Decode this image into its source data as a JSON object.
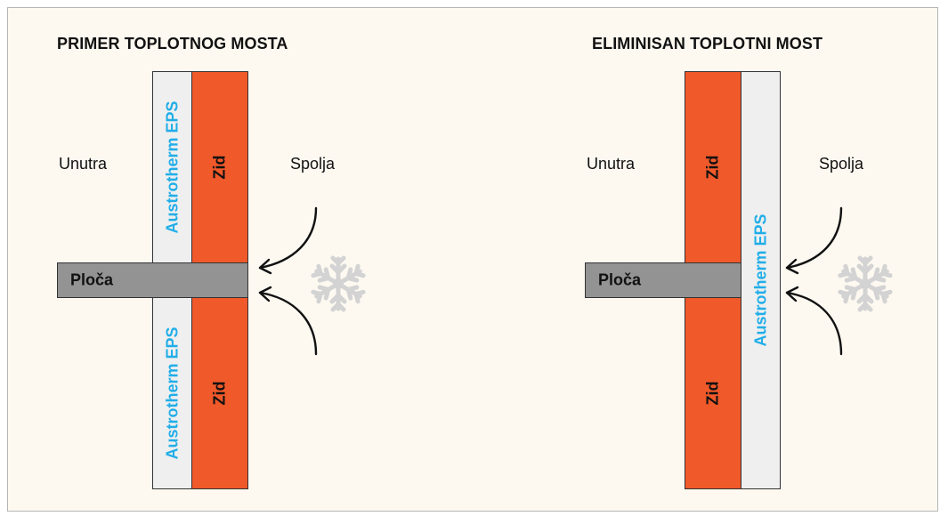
{
  "left_panel": {
    "title": "PRIMER TOPLOTNOG MOSTA",
    "inside_label": "Unutra",
    "outside_label": "Spolja",
    "insulation_top_label": "Austrotherm EPS",
    "insulation_bottom_label": "Austrotherm EPS",
    "wall_top_label": "Zid",
    "wall_bottom_label": "Zid",
    "slab_label": "Ploča",
    "snowflake_icon": "snowflake-icon",
    "arrow_icon": "curved-arrow-icon"
  },
  "right_panel": {
    "title": "ELIMINISAN TOPLOTNI MOST",
    "inside_label": "Unutra",
    "outside_label": "Spolja",
    "wall_top_label": "Zid",
    "wall_bottom_label": "Zid",
    "insulation_label": "Austrotherm EPS",
    "slab_label": "Ploča",
    "snowflake_icon": "snowflake-icon",
    "arrow_icon": "curved-arrow-icon"
  },
  "colors": {
    "wall": "#f0592a",
    "insulation": "#efefef",
    "slab": "#939393",
    "insulation_text": "#21aee8",
    "background": "#fdf9f1"
  }
}
